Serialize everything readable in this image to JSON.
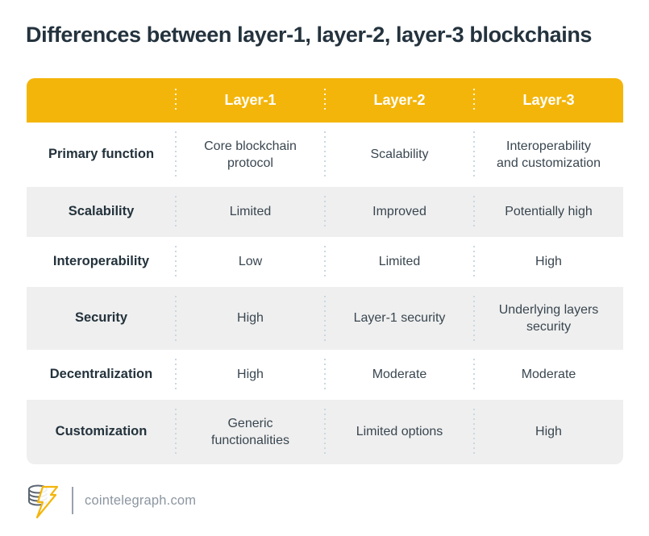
{
  "page": {
    "title": "Differences between layer-1, layer-2, layer-3 blockchains"
  },
  "chart_data": {
    "type": "table",
    "title": "Differences between layer-1, layer-2, layer-3 blockchains",
    "columns": [
      "",
      "Layer-1",
      "Layer-2",
      "Layer-3"
    ],
    "rows": [
      [
        "Primary function",
        "Core blockchain protocol",
        "Scalability",
        "Interoperability and customization"
      ],
      [
        "Scalability",
        "Limited",
        "Improved",
        "Potentially high"
      ],
      [
        "Interoperability",
        "Low",
        "Limited",
        "High"
      ],
      [
        "Security",
        "High",
        "Layer-1 security",
        "Underlying layers security"
      ],
      [
        "Decentralization",
        "High",
        "Moderate",
        "Moderate"
      ],
      [
        "Customization",
        "Generic functionalities",
        "Limited options",
        "High"
      ]
    ],
    "layout": {
      "header_background": "#F4B50A",
      "zebra_row_background": "#EFEFEF",
      "column_dividers": "dotted"
    }
  },
  "table": {
    "columns": [
      "Layer-1",
      "Layer-2",
      "Layer-3"
    ],
    "rows": [
      {
        "label": "Primary function",
        "values": [
          "Core blockchain protocol",
          "Scalability",
          "Interoperability and customization"
        ]
      },
      {
        "label": "Scalability",
        "values": [
          "Limited",
          "Improved",
          "Potentially high"
        ]
      },
      {
        "label": "Interoperability",
        "values": [
          "Low",
          "Limited",
          "High"
        ]
      },
      {
        "label": "Security",
        "values": [
          "High",
          "Layer-1 security",
          "Underlying layers security"
        ]
      },
      {
        "label": "Decentralization",
        "values": [
          "High",
          "Moderate",
          "Moderate"
        ]
      },
      {
        "label": "Customization",
        "values": [
          "Generic functionalities",
          "Limited options",
          "High"
        ]
      }
    ]
  },
  "footer": {
    "site": "cointelegraph.com",
    "logo": "cointelegraph-coin-lightning-logo"
  },
  "colors": {
    "accent_yellow": "#F4B50A",
    "header_text": "#FFFFFF",
    "zebra_gray": "#EFEFEF",
    "title_text": "#24333E",
    "label_text": "#23323C",
    "value_text": "#394650",
    "divider_dots": "#C9D8E1",
    "footer_text": "#8C96A1"
  }
}
